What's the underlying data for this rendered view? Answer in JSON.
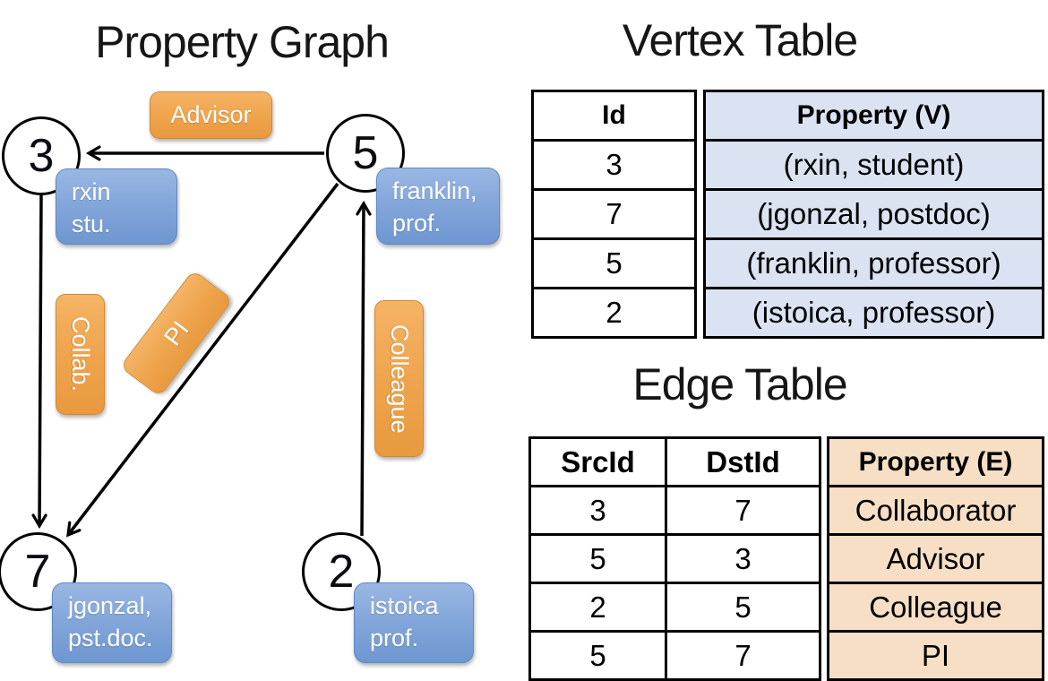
{
  "titles": {
    "graph": "Property Graph",
    "vertex_table": "Vertex Table",
    "edge_table": "Edge Table"
  },
  "graph": {
    "vertices": [
      {
        "id": "3",
        "prop": [
          "rxin",
          "stu."
        ]
      },
      {
        "id": "5",
        "prop": [
          "franklin,",
          "prof."
        ]
      },
      {
        "id": "7",
        "prop": [
          "jgonzal,",
          "pst.doc."
        ]
      },
      {
        "id": "2",
        "prop": [
          "istoica",
          "prof."
        ]
      }
    ],
    "edge_labels": {
      "advisor": "Advisor",
      "collab": "Collab.",
      "pi": "PI",
      "colleague": "Colleague"
    }
  },
  "vertex_table": {
    "columns": [
      "Id",
      "Property (V)"
    ],
    "rows": [
      [
        "3",
        "(rxin, student)"
      ],
      [
        "7",
        "(jgonzal, postdoc)"
      ],
      [
        "5",
        "(franklin, professor)"
      ],
      [
        "2",
        "(istoica, professor)"
      ]
    ]
  },
  "edge_table": {
    "columns": [
      "SrcId",
      "DstId",
      "Property (E)"
    ],
    "rows": [
      [
        "3",
        "7",
        "Collaborator"
      ],
      [
        "5",
        "3",
        "Advisor"
      ],
      [
        "2",
        "5",
        "Colleague"
      ],
      [
        "5",
        "7",
        "PI"
      ]
    ]
  },
  "colors": {
    "edge_accent_orange": "#EFA64F",
    "vertex_accent_blue": "#84A7DA",
    "vertex_table_fill": "#DBE3F3",
    "edge_table_fill": "#F6DFC4",
    "line_color": "#000000"
  }
}
